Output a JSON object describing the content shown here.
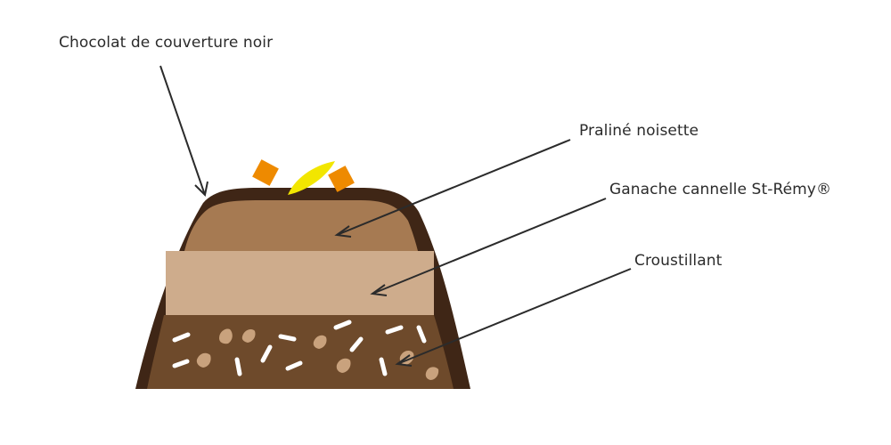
{
  "labels": {
    "coating": "Chocolat de couverture noir",
    "praline": "Praliné noisette",
    "ganache": "Ganache cannelle St-Rémy®",
    "crisp": "Croustillant"
  },
  "colors": {
    "shell": "#3f2616",
    "praline": "#a67a52",
    "ganache": "#ceac8c",
    "crisp_base": "#6e4a2b",
    "crisp_bits_white": "#ffffff",
    "crisp_bits_tan": "#c9a27d",
    "decor_orange": "#ee8a00",
    "decor_yellow": "#f2e600",
    "pointer": "#2b2b2b"
  }
}
